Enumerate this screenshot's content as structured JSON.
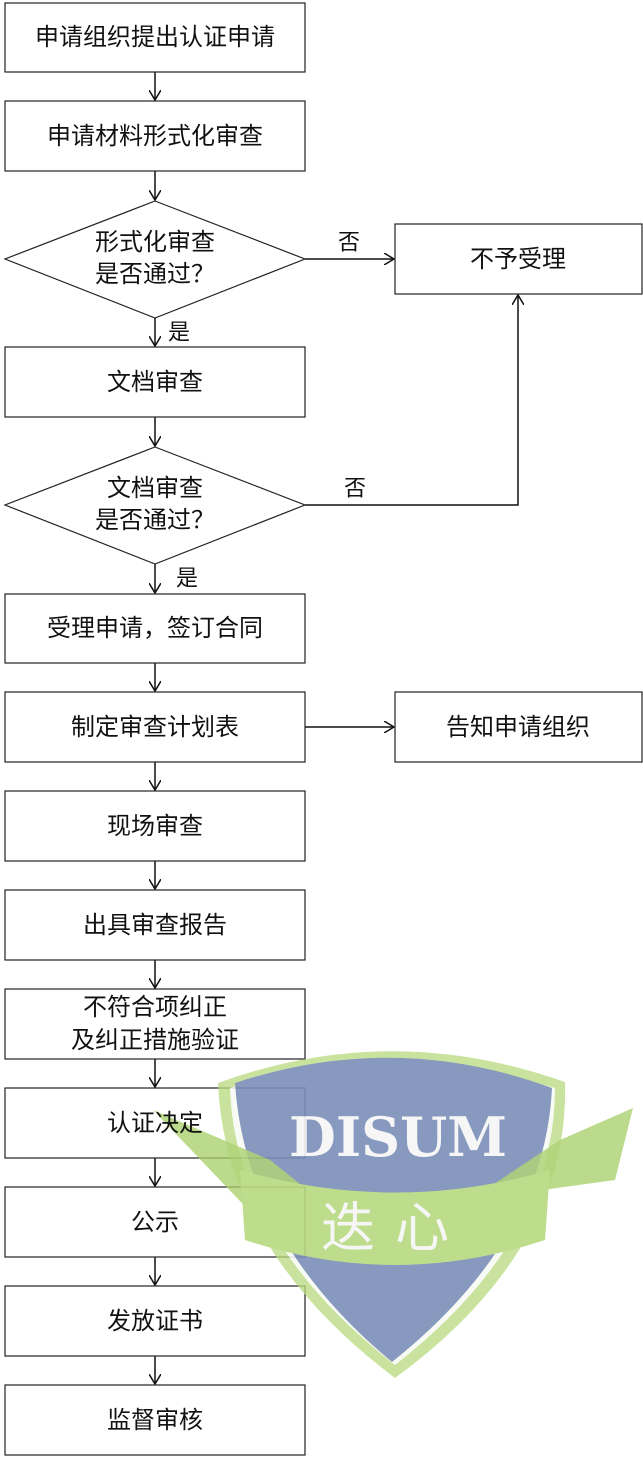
{
  "steps": {
    "s1": "申请组织提出认证申请",
    "s2": "申请材料形式化审查",
    "d1_line1": "形式化审查",
    "d1_line2": "是否通过？",
    "reject": "不予受理",
    "s3": "文档审查",
    "d2_line1": "文档审查",
    "d2_line2": "是否通过？",
    "s4": "受理申请，签订合同",
    "s5": "制定审查计划表",
    "notify": "告知申请组织",
    "s6": "现场审查",
    "s7": "出具审查报告",
    "s8_line1": "不符合项纠正",
    "s8_line2": "及纠正措施验证",
    "s9": "认证决定",
    "s10": "公示",
    "s11": "发放证书",
    "s12": "监督审核"
  },
  "labels": {
    "yes": "是",
    "no": "否"
  },
  "logo": {
    "text_en": "DISUM",
    "text_cn": "迭心",
    "shield_color": "#7b8fb8",
    "ribbon_color": "#a8cf6a"
  }
}
